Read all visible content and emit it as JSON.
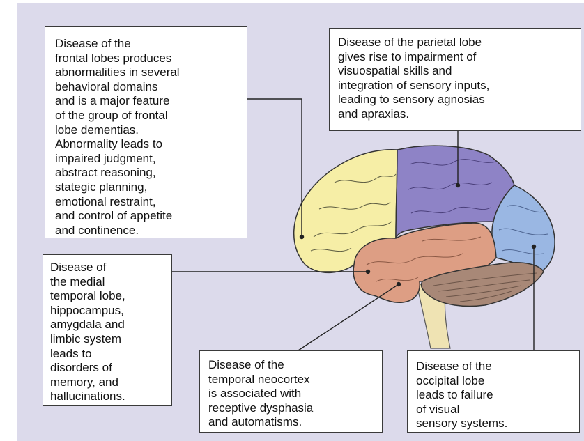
{
  "colors": {
    "background": "#dcdaeb",
    "frontal_lobe": "#f6eea6",
    "parietal_lobe": "#8e83c6",
    "occipital_lobe": "#9ab7e3",
    "temporal_lobe": "#dd9e84",
    "cerebellum": "#a88877",
    "brainstem": "#efe3b3"
  },
  "labels": {
    "frontal": "Disease of the\nfrontal lobes produces\nabnormalities in several\nbehavioral domains\nand is a major feature\nof the group of frontal\nlobe dementias.\nAbnormality leads to\nimpaired judgment,\nabstract reasoning,\nstategic planning,\nemotional restraint,\nand control of appetite\nand continence.",
    "parietal": "Disease of the parietal lobe\ngives rise to impairment of\nvisuospatial skills and\nintegration of sensory inputs,\nleading to sensory agnosias\nand apraxias.",
    "medial_temporal": "Disease of\nthe medial\ntemporal lobe,\nhippocampus,\namygdala and\nlimbic system\nleads to\ndisorders of\nmemory, and\nhallucinations.",
    "temporal_neocortex": "Disease of the\ntemporal neocortex\nis associated with\nreceptive dysphasia\nand automatisms.",
    "occipital": "Disease of the\noccipital lobe\nleads to failure\nof visual\nsensory systems."
  }
}
